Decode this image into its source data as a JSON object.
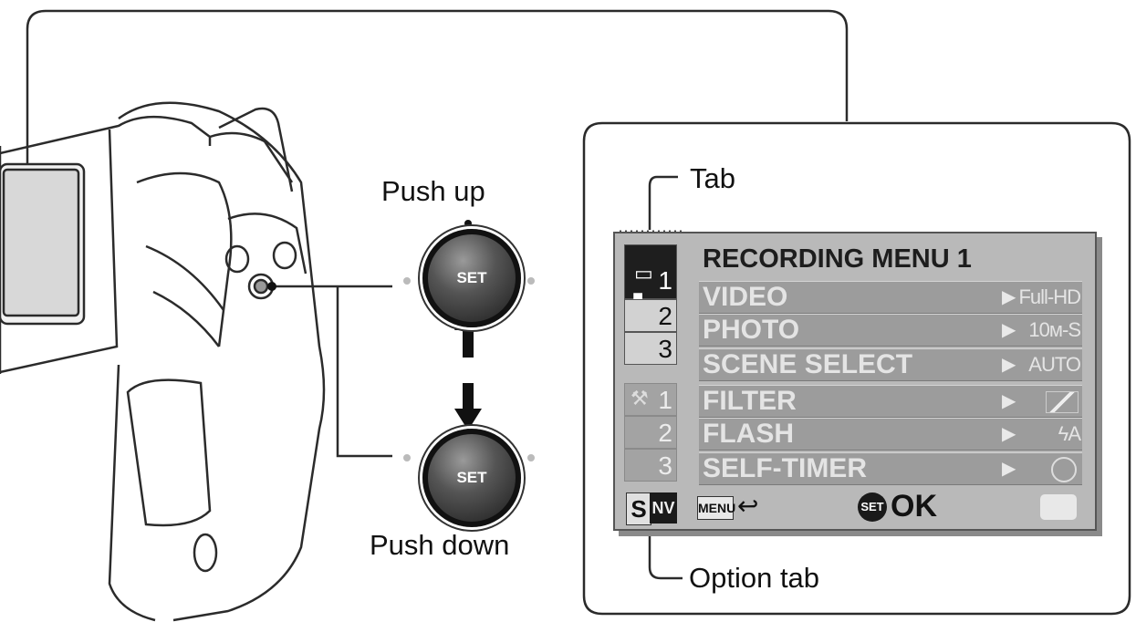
{
  "labels": {
    "push_up": "Push up",
    "push_down": "Push down",
    "tab": "Tab",
    "option_tab": "Option tab"
  },
  "set_button": {
    "label": "SET"
  },
  "menu": {
    "title": "RECORDING MENU 1",
    "items": [
      {
        "label": "VIDEO",
        "value": "Full-HD"
      },
      {
        "label": "PHOTO",
        "value": "10м-S"
      },
      {
        "label": "SCENE SELECT",
        "value": "AUTO"
      },
      {
        "label": "FILTER",
        "value": ""
      },
      {
        "label": "FLASH",
        "value": "ϟA"
      },
      {
        "label": "SELF-TIMER",
        "value": ""
      }
    ],
    "tabs": [
      "1",
      "2",
      "3"
    ],
    "option_tabs": [
      "1",
      "2",
      "3"
    ],
    "mode_s": "S",
    "mode_nv": "NV",
    "menu_button": "MENU",
    "set_mini": "SET",
    "ok": "OK"
  },
  "colors": {
    "outline": "#2b2b2b",
    "screen": "#b9b9b9",
    "row": "#9c9c9c",
    "active_tab": "#1e1e1e"
  },
  "icons": {
    "arrow": "triangle-right-icon",
    "return": "return-arrow-icon",
    "wrench": "wrench-icon",
    "camera": "camera-icon",
    "video": "video-camera-icon",
    "battery": "battery-icon"
  }
}
